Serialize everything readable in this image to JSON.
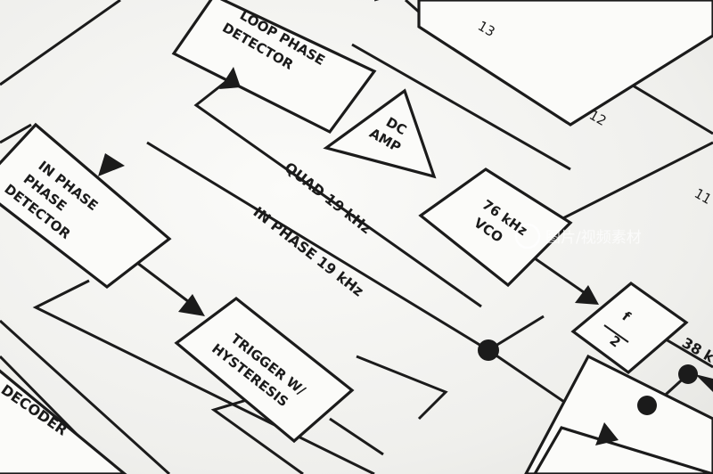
{
  "blocks": {
    "loop_phase_detector": [
      "LOOP PHASE",
      "DETECTOR"
    ],
    "in_phase_detector": [
      "IN PHASE",
      "PHASE",
      "DETECTOR"
    ],
    "dc_amp": [
      "DC",
      "AMP"
    ],
    "vco": [
      "76 kHz",
      "VCO"
    ],
    "trigger": [
      "TRIGGER W/",
      "HYSTERESIS"
    ],
    "divider": [
      "f",
      "2"
    ],
    "decoder": "DECODER"
  },
  "signals": {
    "quad": "QUAD 19 kHz",
    "in_phase": "IN PHASE 19 kHz",
    "freq_38": "38 k"
  },
  "pins": {
    "p13": "13",
    "p12": "12",
    "p11": "11"
  },
  "watermark": "图片/视频素材"
}
